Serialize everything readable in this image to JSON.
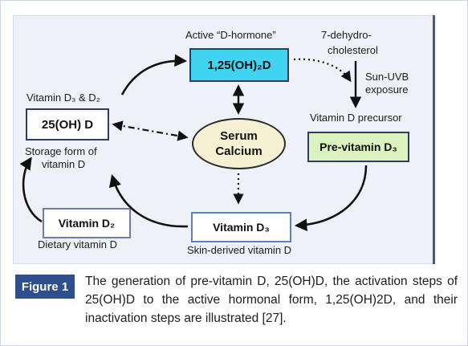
{
  "diagram": {
    "active_label": "Active “D-hormone”",
    "hormone_box": "1,25(OH)₂D",
    "dehydro_label_line1": "7-dehydro-",
    "dehydro_label_line2": "cholesterol",
    "sun_label_line1": "Sun-UVB",
    "sun_label_line2": "exposure",
    "precursor_label": "Vitamin D precursor",
    "previtamin_box": "Pre-vitamin D₃",
    "vitd3d2_label": "Vitamin D₃ & D₂",
    "oh_box": "25(OH) D",
    "storage_label_line1": "Storage form of",
    "storage_label_line2": "vitamin D",
    "calcium_line1": "Serum",
    "calcium_line2": "Calcium",
    "vitd2_box": "Vitamin D₂",
    "dietary_label": "Dietary vitamin D",
    "vitd3_box": "Vitamin D₃",
    "skin_label": "Skin-derived vitamin D"
  },
  "figure": {
    "badge": "Figure 1",
    "caption": "The generation of pre-vitamin D, 25(OH)D, the activation steps of 25(OH)D to the active hormonal form, 1,25(OH)2D, and their inactivation steps are illustrated [27]."
  },
  "colors": {
    "hormone_fill": "#3fd4f2",
    "previtamin_fill": "#dcf2bf",
    "calcium_fill": "#f6f0d3",
    "panel_fill": "#eef1f8",
    "badge_fill": "#2e4f8e"
  }
}
